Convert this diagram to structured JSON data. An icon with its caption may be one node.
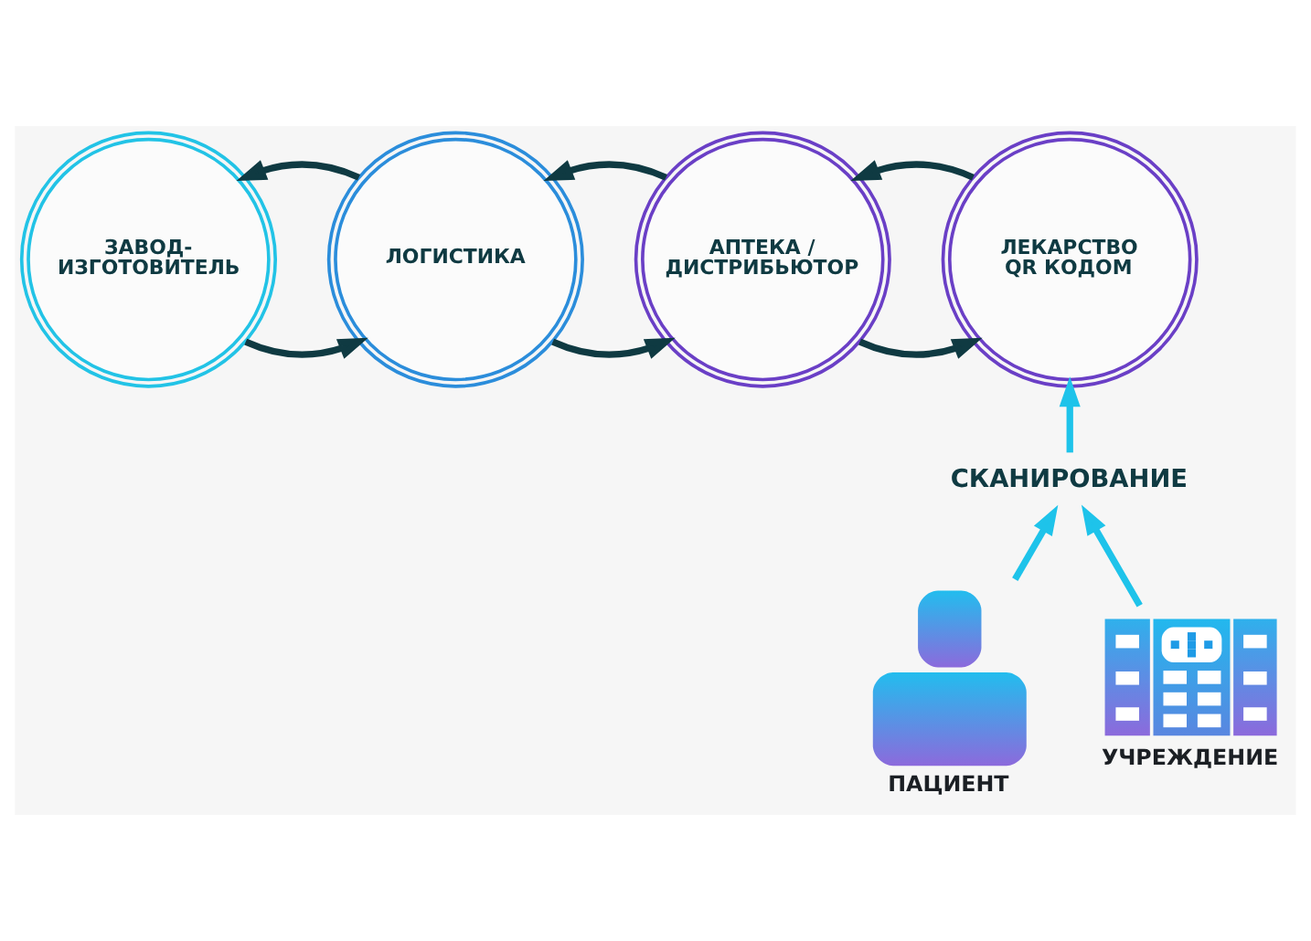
{
  "diagram": {
    "nodes": [
      {
        "text": [
          "ЗАВОД- ИЗГОТОВИТЕЛЬ"
        ]
      },
      {
        "text": [
          "ЛОГИСТИКА"
        ]
      },
      {
        "text": [
          "АПТЕКА / ДИСТРИБЬЮТОР"
        ]
      },
      {
        "text": [
          "ЛЕКАРСТВО QR КОДОМ"
        ]
      },
      {
        "text": [
          "СКАНИРОВАНИЕ"
        ]
      },
      {
        "text": [],
        "shape": "person",
        "beside": [
          "ПАЦИЕНТ"
        ]
      },
      {
        "text": [],
        "shape": "building",
        "beside": [
          "УЧРЕЖДЕНИЕ"
        ]
      }
    ],
    "edges": [
      {
        "from": 1,
        "to": 0,
        "arrow": "to"
      },
      {
        "from": 0,
        "to": 1,
        "arrow": "to"
      },
      {
        "from": 2,
        "to": 1,
        "arrow": "to"
      },
      {
        "from": 1,
        "to": 2,
        "arrow": "to"
      },
      {
        "from": 3,
        "to": 2,
        "arrow": "to"
      },
      {
        "from": 2,
        "to": 3,
        "arrow": "to"
      },
      {
        "from": 4,
        "to": 3,
        "arrow": "to",
        "color": "#1ec3ea"
      },
      {
        "from": 5,
        "to": 4,
        "arrow": "to",
        "color": "#1ec3ea"
      },
      {
        "from": 6,
        "to": 4,
        "arrow": "to",
        "color": "#1ec3ea"
      }
    ]
  }
}
